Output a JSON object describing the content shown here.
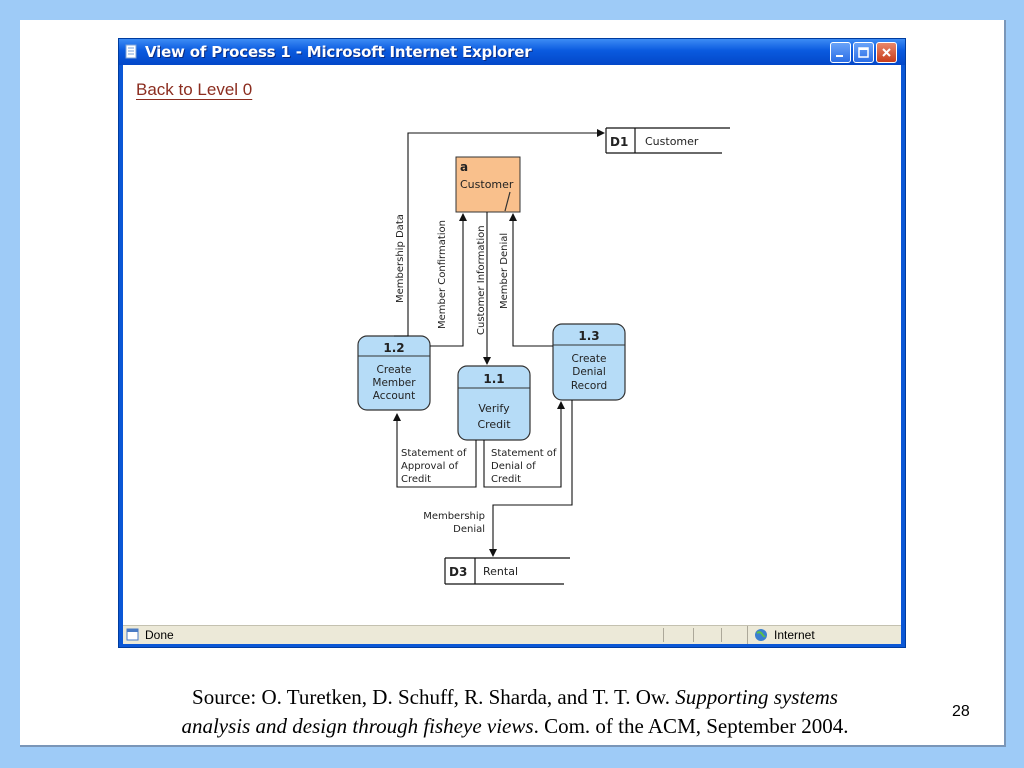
{
  "window": {
    "title": "View of Process 1 - Microsoft Internet Explorer",
    "back_link": "Back to Level 0",
    "status_text": "Done",
    "zone_text": "Internet"
  },
  "diagram": {
    "external_entity": {
      "id": "a",
      "label": "Customer"
    },
    "processes": [
      {
        "id": "1.1",
        "lines": [
          "Verify",
          "Credit"
        ]
      },
      {
        "id": "1.2",
        "lines": [
          "Create",
          "Member",
          "Account"
        ]
      },
      {
        "id": "1.3",
        "lines": [
          "Create",
          "Denial",
          "Record"
        ]
      }
    ],
    "data_stores": [
      {
        "id": "D1",
        "label": "Customer"
      },
      {
        "id": "D3",
        "label": "Rental"
      }
    ],
    "flows": {
      "membership_data": "Membership Data",
      "member_confirmation": "Member Confirmation",
      "customer_information": "Customer Information",
      "member_denial": "Member Denial",
      "approval": [
        "Statement of",
        "Approval of",
        "Credit"
      ],
      "denial": [
        "Statement of",
        "Denial of",
        "Credit"
      ],
      "membership_denial": [
        "Membership",
        "Denial"
      ]
    },
    "colors": {
      "entity_fill": "#f9c08c",
      "process_fill": "#b6dcf7"
    }
  },
  "caption": {
    "line1_plain": "Source: O. Turetken, D. Schuff, R. Sharda, and T. T. Ow. ",
    "line1_italic": "Supporting systems",
    "line2_italic": "analysis and design through fisheye views",
    "line2_plain": ". Com. of the ACM, September 2004."
  },
  "page_number": "28"
}
